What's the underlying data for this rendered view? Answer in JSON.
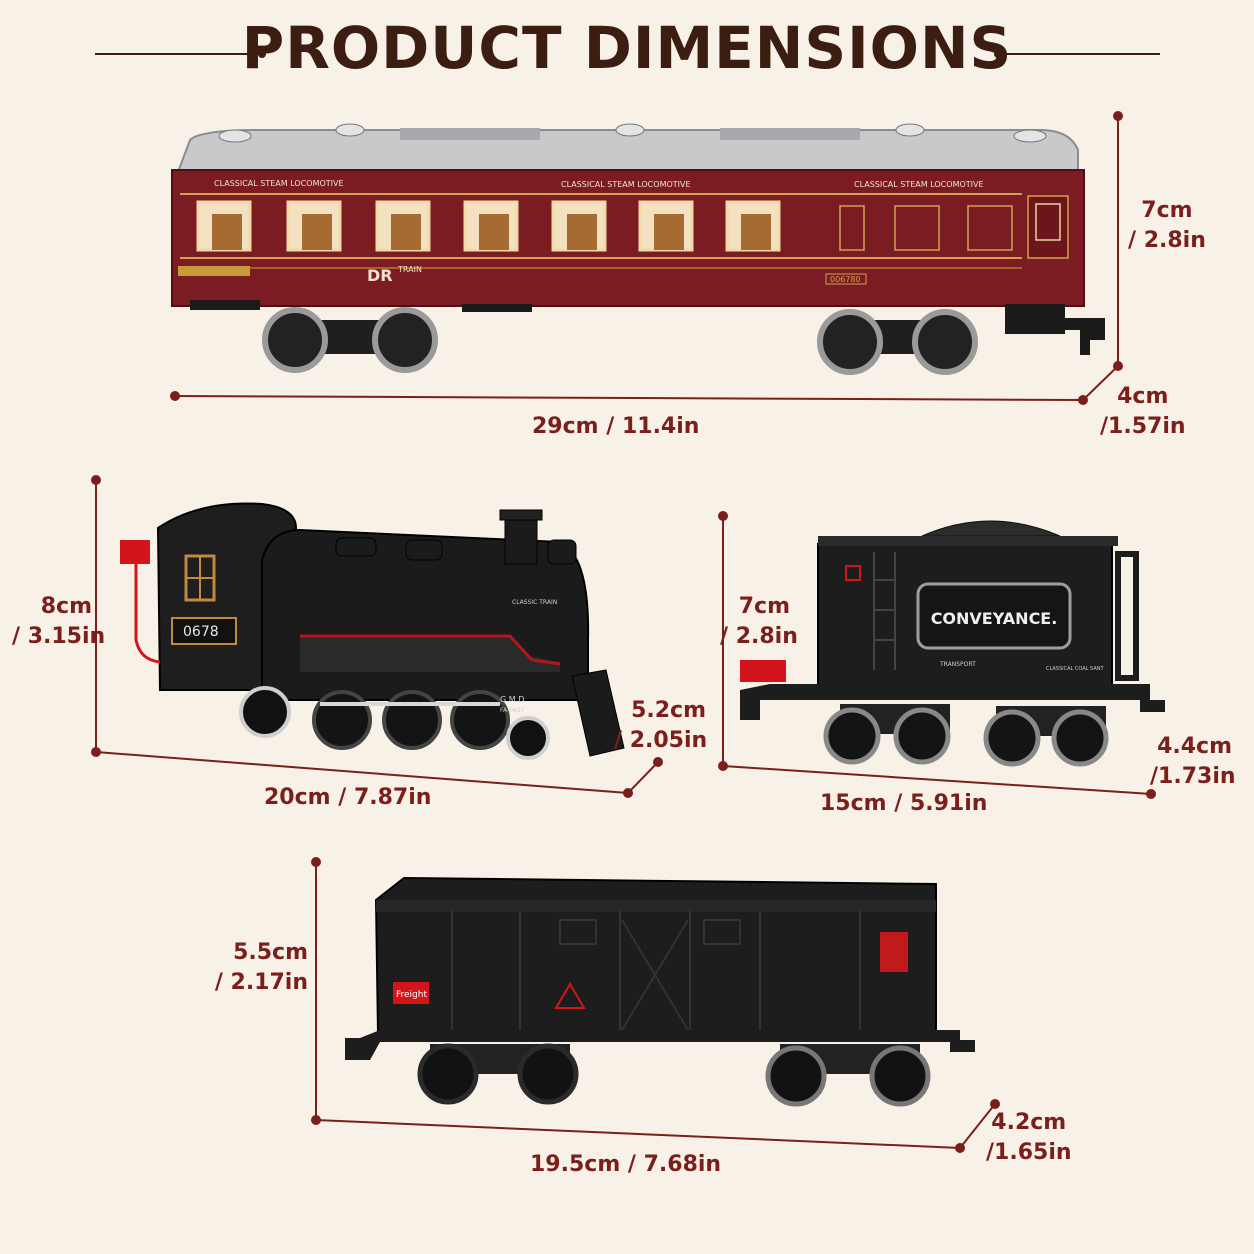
{
  "title": "PRODUCT DIMENSIONS",
  "colors": {
    "background": "#f8f1e7",
    "dimension_text": "#7a1f1b",
    "title_text": "#3b1d12",
    "dimension_line": "#7a1f1b",
    "car_red": "#7b1c22",
    "car_black": "#1c1c1c"
  },
  "passenger_car": {
    "side_text_1": "CLASSICAL  STEAM  LOCOMOTIVE",
    "side_text_2": "CLASSICAL  STEAM  LOCOMOTIVE",
    "side_text_3": "CLASSICAL  STEAM  LOCOMOTIVE",
    "logo": "DR",
    "logo_sub": "TRAIN",
    "serial": "006780",
    "length_cm": "29cm",
    "length_in": "11.4in",
    "height_cm": "7cm",
    "height_in": "/ 2.8in",
    "depth_cm": "4cm",
    "depth_in": "/1.57in"
  },
  "locomotive": {
    "number": "0678",
    "side_label": "CLASSIC TRAIN",
    "model": "G.M.D",
    "model_sub": "FA-0637",
    "length_cm": "20cm",
    "length_in": "7.87in",
    "height_cm": "8cm",
    "height_in": "/ 3.15in",
    "depth_cm": "5.2cm",
    "depth_in": "/ 2.05in"
  },
  "tender": {
    "plate": "CONVEYANCE.",
    "label_left": "TRANSPORT",
    "label_right": "CLASSICAL COAL SANT",
    "length_cm": "15cm",
    "length_in": "5.91in",
    "height_cm": "7cm",
    "height_in": "/ 2.8in",
    "depth_cm": "4.4cm",
    "depth_in": "/1.73in"
  },
  "freight_car": {
    "tag": "Freight",
    "length_cm": "19.5cm",
    "length_in": "7.68in",
    "height_cm": "5.5cm",
    "height_in": "/ 2.17in",
    "depth_cm": "4.2cm",
    "depth_in": "/1.65in"
  }
}
